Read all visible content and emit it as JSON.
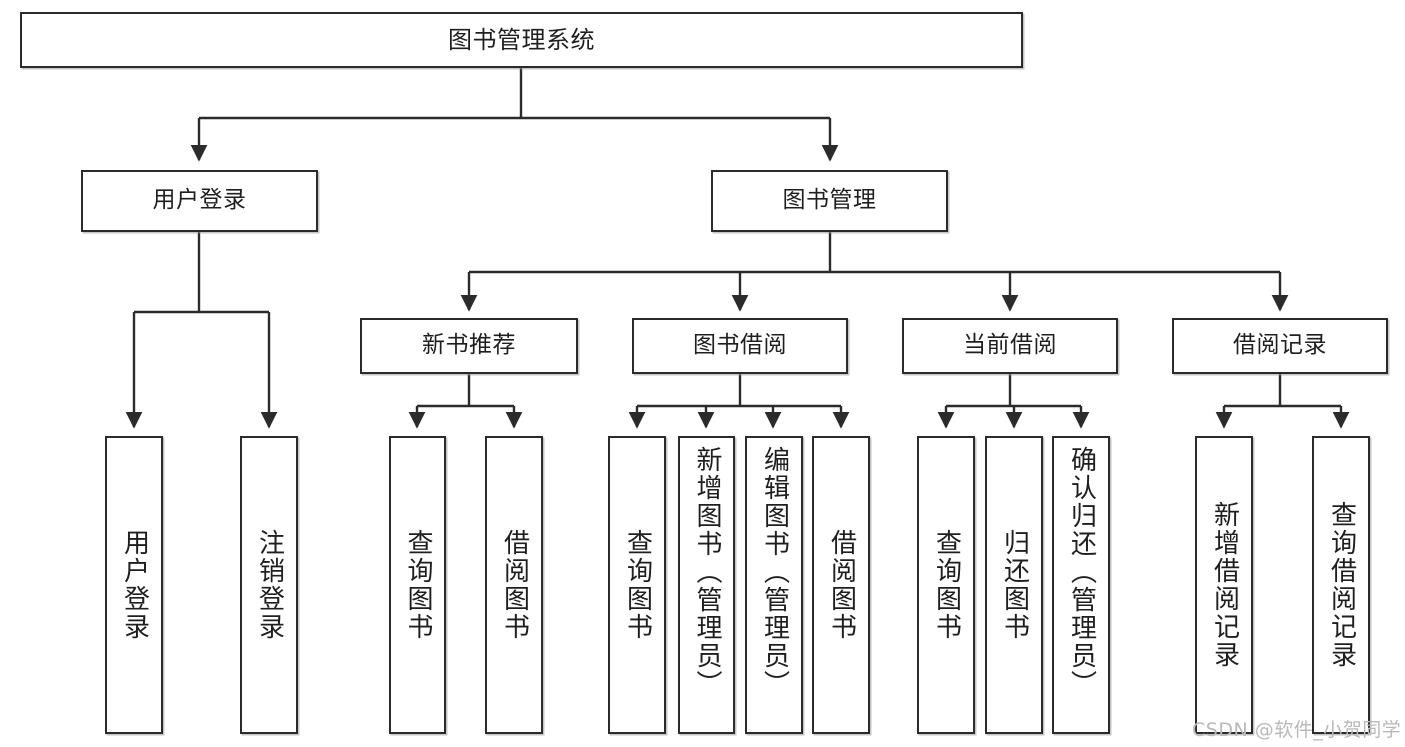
{
  "diagram": {
    "title": "图书管理系统",
    "type": "tree",
    "colors": {
      "box_border": "#2b2b2b",
      "box_fill": "#ffffff",
      "text": "#1f1f1f",
      "edge": "#2b2b2b",
      "watermark": "#b9b9b9",
      "background": "#ffffff"
    },
    "nodes": {
      "root": {
        "label": "图书管理系统"
      },
      "level2": [
        {
          "label": "用户登录"
        },
        {
          "label": "图书管理"
        }
      ],
      "level3": [
        {
          "label": "新书推荐"
        },
        {
          "label": "图书借阅"
        },
        {
          "label": "当前借阅"
        },
        {
          "label": "借阅记录"
        }
      ],
      "leaves_user_login": [
        {
          "label": "用户登录"
        },
        {
          "label": "注销登录"
        }
      ],
      "leaves_new_book": [
        {
          "label": "查询图书"
        },
        {
          "label": "借阅图书"
        }
      ],
      "leaves_borrow": [
        {
          "label": "查询图书"
        },
        {
          "label": "新增图书（管理员）"
        },
        {
          "label": "编辑图书（管理员）"
        },
        {
          "label": "借阅图书"
        }
      ],
      "leaves_current": [
        {
          "label": "查询图书"
        },
        {
          "label": "归还图书"
        },
        {
          "label": "确认归还（管理员）"
        }
      ],
      "leaves_record": [
        {
          "label": "新增借阅记录"
        },
        {
          "label": "查询借阅记录"
        }
      ]
    }
  },
  "watermark": {
    "text": "CSDN @软件_小贺同学"
  }
}
